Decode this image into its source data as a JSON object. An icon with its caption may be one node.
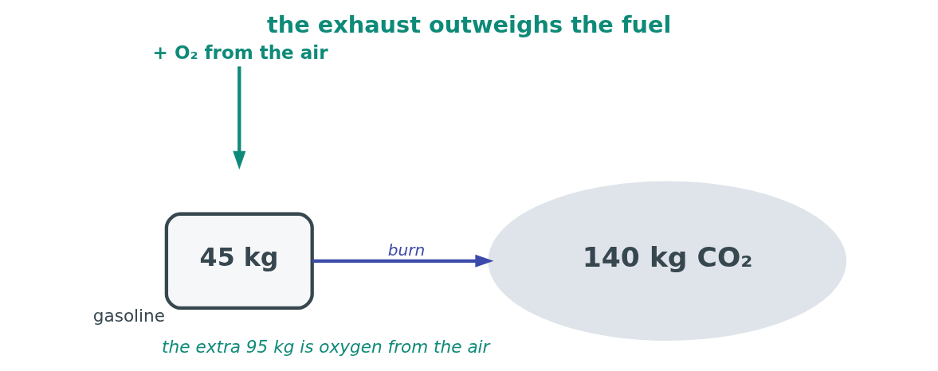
{
  "diagram": {
    "title": "the exhaust outweighs the fuel",
    "nodes": [
      {
        "text": [
          "45 kg"
        ],
        "beside": [
          "gasoline"
        ]
      },
      {
        "text": [
          "140 kg CO₂"
        ],
        "beside": [
          "the extra 95 kg is oxygen from the air"
        ]
      },
      {
        "text": [
          "+ O₂ from the air"
        ]
      }
    ],
    "edges": [
      {
        "from": 0,
        "to": 1,
        "arrow": "to",
        "label": "burn",
        "color": "#3b4aab"
      },
      {
        "from": 2,
        "to": null,
        "arrow": "to",
        "color": "#0e8a78"
      }
    ]
  }
}
